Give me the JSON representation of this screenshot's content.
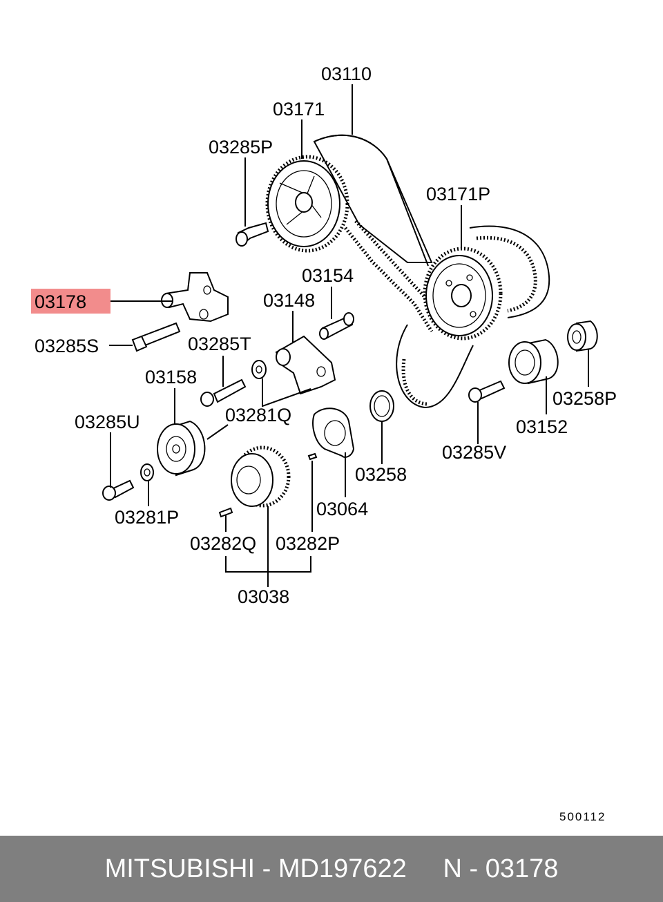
{
  "diagram": {
    "labels": {
      "l03110": "03110",
      "l03171": "03171",
      "l03285P": "03285P",
      "l03171P": "03171P",
      "l03178": "03178",
      "l03154": "03154",
      "l03148": "03148",
      "l03285S": "03285S",
      "l03285T": "03285T",
      "l03158": "03158",
      "l03281Q": "03281Q",
      "l03285U": "03285U",
      "l03258P": "03258P",
      "l03152": "03152",
      "l03285V": "03285V",
      "l03258": "03258",
      "l03064": "03064",
      "l03281P": "03281P",
      "l03282Q": "03282Q",
      "l03282P": "03282P",
      "l03038": "03038"
    },
    "highlighted_part": "03178",
    "highlight_color": "#f28c8c",
    "reference_code": "500112"
  },
  "footer": {
    "text": "MITSUBISHI - MD197622     N - 03178",
    "background_color": "#7f7f7f",
    "text_color": "#ffffff"
  }
}
